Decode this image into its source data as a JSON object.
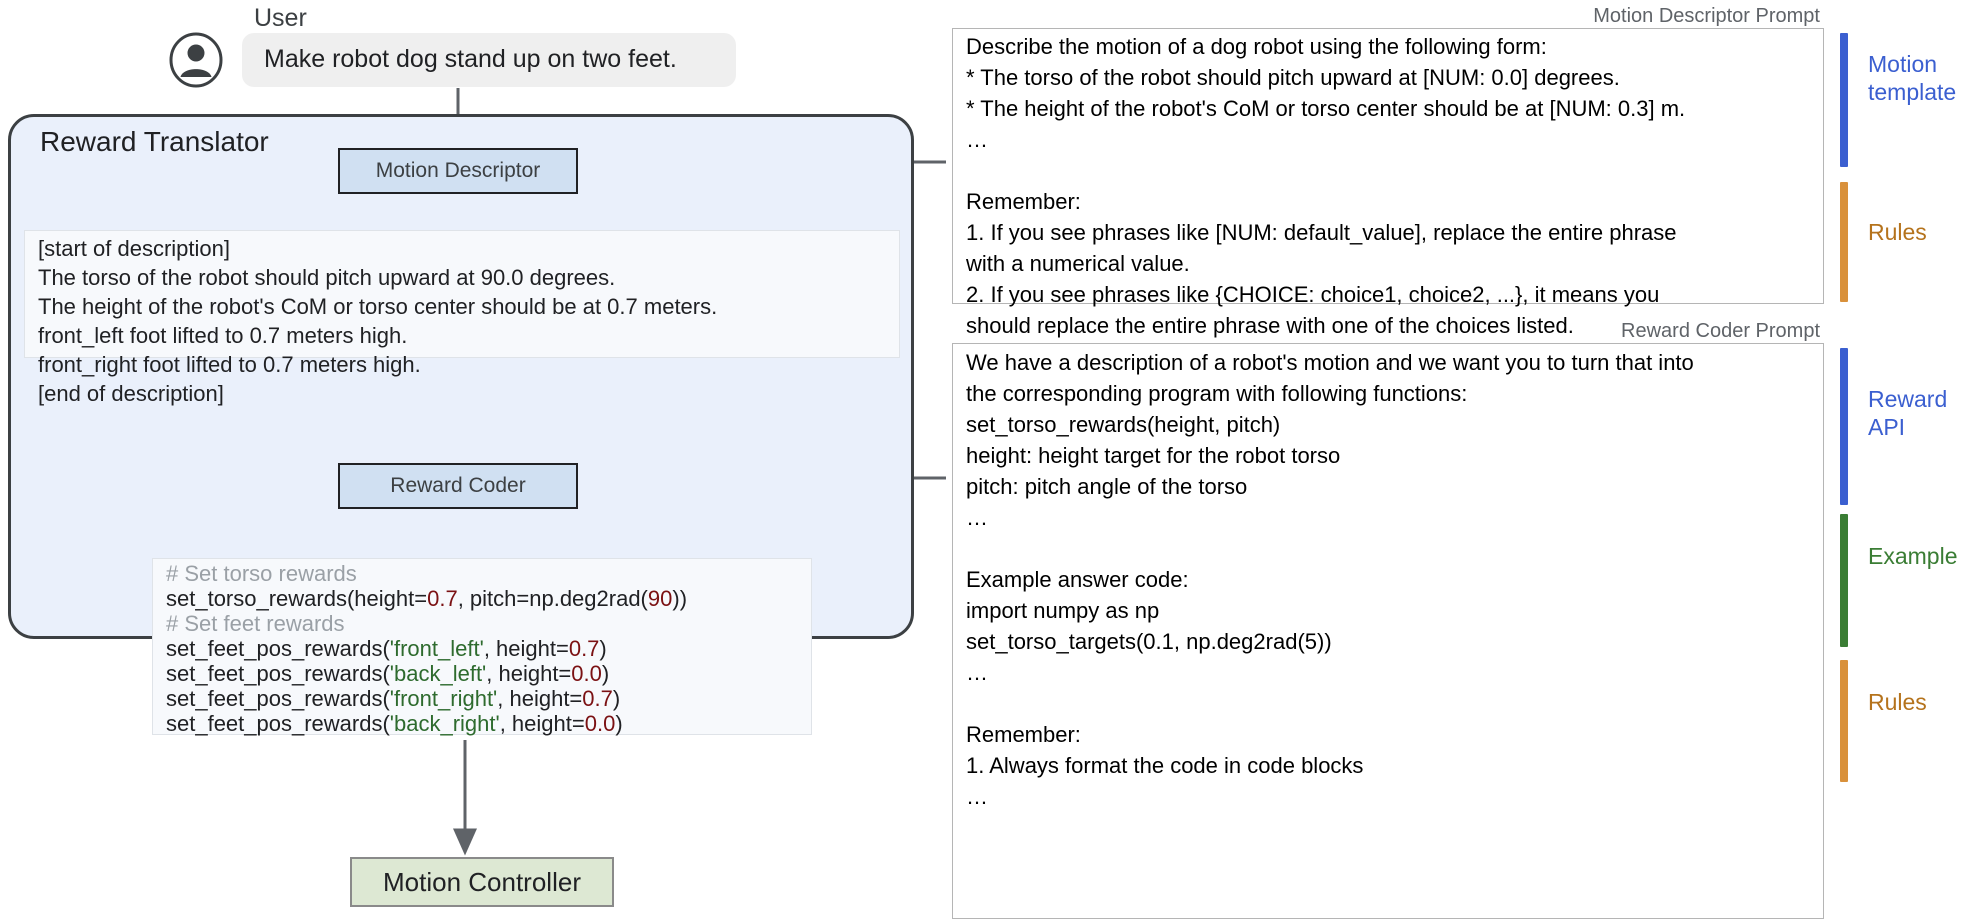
{
  "user": {
    "label": "User",
    "message": "Make robot dog stand up on two feet.",
    "avatar_icon": "user-avatar-icon"
  },
  "translator": {
    "title": "Reward Translator",
    "motion_descriptor_label": "Motion Descriptor",
    "reward_coder_label": "Reward Coder",
    "description_lines": [
      "[start of description]",
      "The torso of the robot should pitch upward at 90.0 degrees.",
      "The height of the robot's CoM or torso center should be at 0.7 meters.",
      "front_left foot lifted to 0.7 meters high.",
      "front_right foot lifted to 0.7 meters high.",
      "[end of description]"
    ],
    "code_lines": [
      {
        "type": "comment",
        "text": "# Set torso rewards"
      },
      {
        "type": "code",
        "parts": [
          {
            "kind": "plain",
            "text": "set_torso_rewards(height="
          },
          {
            "kind": "num",
            "text": "0.7"
          },
          {
            "kind": "plain",
            "text": ", pitch=np.deg2rad("
          },
          {
            "kind": "num",
            "text": "90"
          },
          {
            "kind": "plain",
            "text": "))"
          }
        ]
      },
      {
        "type": "comment",
        "text": "# Set feet rewards"
      },
      {
        "type": "code",
        "parts": [
          {
            "kind": "plain",
            "text": "set_feet_pos_rewards("
          },
          {
            "kind": "str",
            "text": "'front_left'"
          },
          {
            "kind": "plain",
            "text": ", height="
          },
          {
            "kind": "num",
            "text": "0.7"
          },
          {
            "kind": "plain",
            "text": ")"
          }
        ]
      },
      {
        "type": "code",
        "parts": [
          {
            "kind": "plain",
            "text": "set_feet_pos_rewards("
          },
          {
            "kind": "str",
            "text": "'back_left'"
          },
          {
            "kind": "plain",
            "text": ", height="
          },
          {
            "kind": "num",
            "text": "0.0"
          },
          {
            "kind": "plain",
            "text": ")"
          }
        ]
      },
      {
        "type": "code",
        "parts": [
          {
            "kind": "plain",
            "text": "set_feet_pos_rewards("
          },
          {
            "kind": "str",
            "text": "'front_right'"
          },
          {
            "kind": "plain",
            "text": ", height="
          },
          {
            "kind": "num",
            "text": "0.7"
          },
          {
            "kind": "plain",
            "text": ")"
          }
        ]
      },
      {
        "type": "code",
        "parts": [
          {
            "kind": "plain",
            "text": "set_feet_pos_rewards("
          },
          {
            "kind": "str",
            "text": "'back_right'"
          },
          {
            "kind": "plain",
            "text": ", height="
          },
          {
            "kind": "num",
            "text": "0.0"
          },
          {
            "kind": "plain",
            "text": ")"
          }
        ]
      }
    ]
  },
  "motion_controller": {
    "label": "Motion Controller"
  },
  "motion_descriptor_prompt": {
    "caption": "Motion Descriptor Prompt",
    "lines": [
      "Describe the motion of a dog robot using the following form:",
      "* The torso of the robot should pitch upward at [NUM: 0.0] degrees.",
      "* The height of the robot's CoM or torso center should be at [NUM: 0.3] m.",
      "…",
      "",
      "Remember:",
      "1. If you see phrases like [NUM: default_value], replace the entire phrase",
      "with a numerical value.",
      "2. If you see phrases like {CHOICE: choice1, choice2, ...}, it means you",
      "should replace the entire phrase with one of the choices listed.",
      "…"
    ]
  },
  "reward_coder_prompt": {
    "caption": "Reward Coder Prompt",
    "lines": [
      "We have a description of a robot's motion and we want you to turn that into",
      "the corresponding program with following functions:",
      "set_torso_rewards(height, pitch)",
      "height: height target for the robot torso",
      "pitch: pitch angle of the torso",
      "…",
      "",
      "Example answer code:",
      "import numpy as np",
      "set_torso_targets(0.1, np.deg2rad(5))",
      "…",
      "",
      "Remember:",
      "1. Always format the code in code blocks",
      "…"
    ]
  },
  "markers": [
    {
      "name": "motion-template",
      "label": "Motion template",
      "color": "#3b5fd0"
    },
    {
      "name": "rules-1",
      "label": "Rules",
      "color": "#d9913b"
    },
    {
      "name": "reward-api",
      "label": "Reward API",
      "color": "#3b5fd0"
    },
    {
      "name": "example",
      "label": "Example",
      "color": "#3a7d34"
    },
    {
      "name": "rules-2",
      "label": "Rules",
      "color": "#d9913b"
    }
  ],
  "colors": {
    "panel_bg": "#eaf0fb",
    "process_box": "#d0e0f2",
    "controller_box": "#dde8d3",
    "bubble": "#efefef",
    "arrow": "#5f6368",
    "code_number": "#7b1113",
    "code_string": "#2e6b2e",
    "code_comment": "#9aa0a6"
  }
}
